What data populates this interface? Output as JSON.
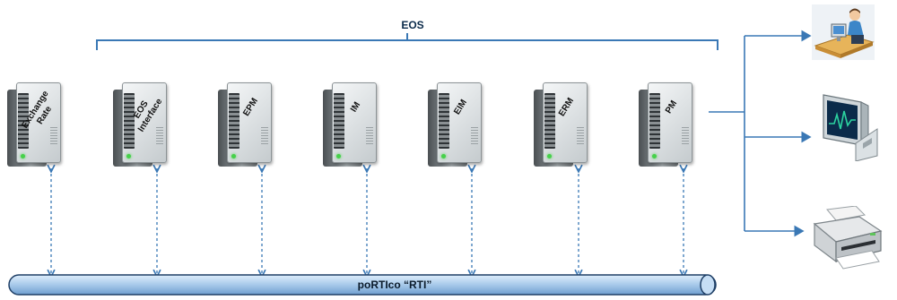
{
  "group_label": "EOS",
  "bus_label": "poRTIco “RTI”",
  "servers": [
    {
      "label": "Exchange\nRate"
    },
    {
      "label": "EOS\nInterface"
    },
    {
      "label": "EPM"
    },
    {
      "label": "IM"
    },
    {
      "label": "EIM"
    },
    {
      "label": "ERM"
    },
    {
      "label": "PM"
    }
  ],
  "devices": [
    {
      "icon": "operator-workstation-icon"
    },
    {
      "icon": "monitor-display-icon"
    },
    {
      "icon": "printer-icon"
    }
  ],
  "colors": {
    "connector": "#3a78b5",
    "bus_fill": "#a8c9ea",
    "bus_stroke": "#1f3f66"
  }
}
